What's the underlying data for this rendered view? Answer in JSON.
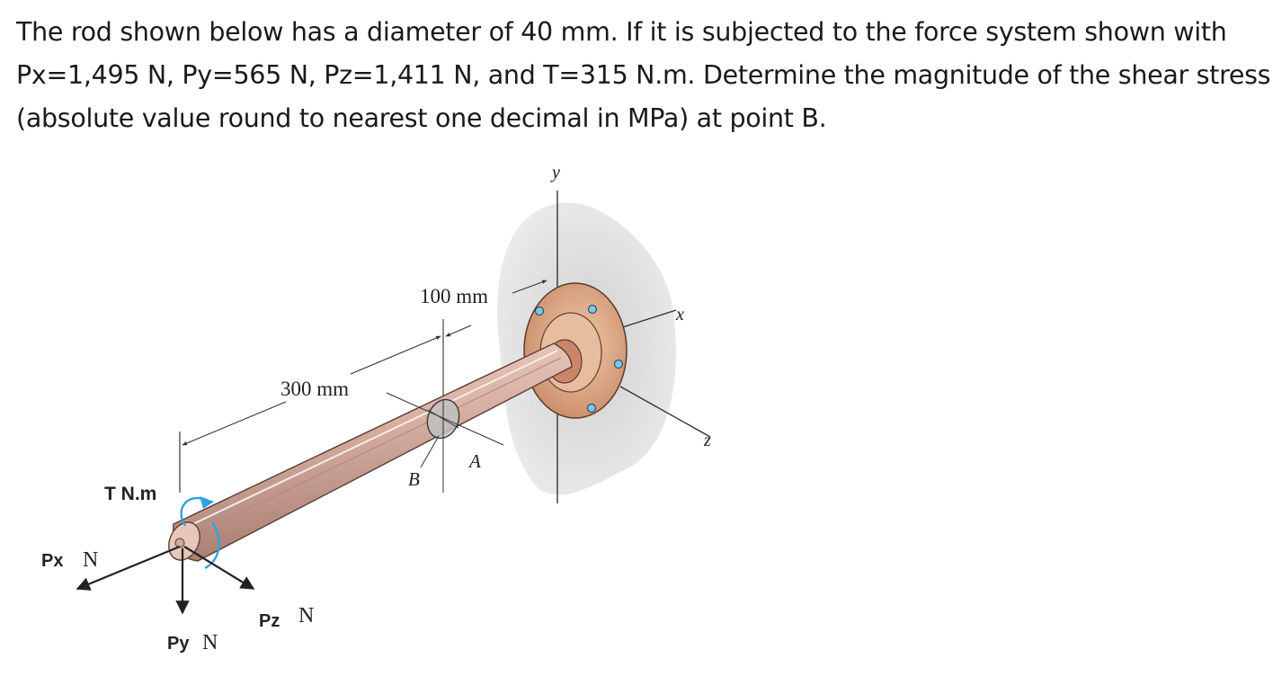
{
  "question": {
    "line1": "The rod shown below has a diameter of 40 mm. If it is subjected to the force system shown with",
    "line2": "Px=1,495 N, Py=565 N, Pz=1,411 N, and T=315 N.m. Determine the magnitude of the shear stress",
    "line3": "(absolute value round to nearest one decimal in MPa) at point B."
  },
  "figure": {
    "axis_y": "y",
    "axis_x": "x",
    "axis_z": "z",
    "dim_100": "100 mm",
    "dim_300": "300 mm",
    "point_a": "A",
    "point_b": "B",
    "torque_label": "T N.m",
    "px_label": "Px",
    "px_unit": "N",
    "py_label": "Py",
    "py_unit": "N",
    "pz_label": "Pz",
    "pz_unit": "N"
  },
  "colors": {
    "rod": "#d8b1a4",
    "flange": "#e0b08f",
    "wall": "#dcdcdc",
    "torque_arrow": "#2fa3df",
    "bolt": "#7cc7e8"
  }
}
